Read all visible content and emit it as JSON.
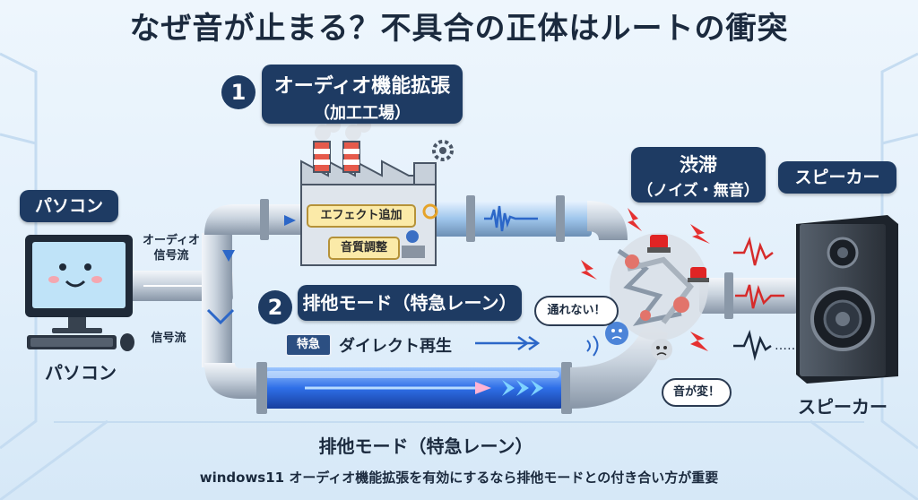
{
  "title": "なぜ音が止まる？不具合の正体はルートの衝突",
  "callout1": {
    "number": "1",
    "title": "オーディオ機能拡張",
    "subtitle": "（加工工場）"
  },
  "factory": {
    "label1": "エフェクト追加",
    "label2": "音質調整"
  },
  "pc": {
    "bubble": "パソコン",
    "label": "パソコン"
  },
  "signal_upper": "オーディオ\n信号流",
  "signal_lower": "信号流",
  "callout2": {
    "number": "2",
    "title": "排他モード（特急レーン）"
  },
  "express": {
    "tag": "特急",
    "direct": "ダイレクト再生"
  },
  "jam": {
    "title": "渋滞",
    "subtitle": "（ノイズ・無音）",
    "bubble_blocked": "通れない！",
    "bubble_strange": "音が変！"
  },
  "speaker": {
    "bubble": "スピーカー",
    "label": "スピーカー"
  },
  "bottom_label": "排他モード（特急レーン）",
  "caption": "windows11 オーディオ機能拡張を有効にするなら排他モードとの付き合い方が重要"
}
